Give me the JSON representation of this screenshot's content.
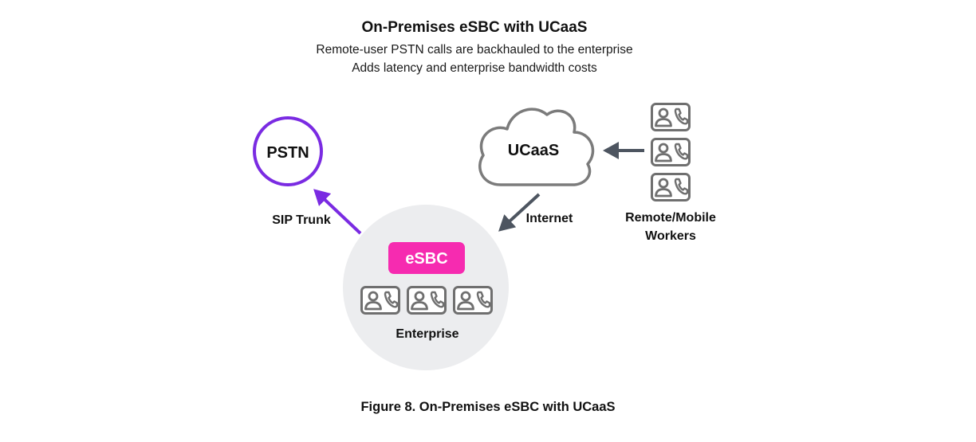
{
  "header": {
    "title": "On-Premises eSBC with UCaaS",
    "subtitle_line1": "Remote-user PSTN calls are backhauled to the enterprise",
    "subtitle_line2": "Adds latency and enterprise bandwidth costs"
  },
  "nodes": {
    "pstn": "PSTN",
    "ucaas": "UCaaS",
    "esbc": "eSBC",
    "enterprise": "Enterprise",
    "remote_line1": "Remote/Mobile",
    "remote_line2": "Workers"
  },
  "edges": {
    "sip_trunk": "SIP Trunk",
    "internet": "Internet"
  },
  "caption": "Figure 8. On-Premises eSBC with UCaaS",
  "colors": {
    "pstn_ring": "#7A2BE2",
    "sip_arrow": "#7A2BE2",
    "esbc_fill": "#F62BB0",
    "enterprise_fill": "#ECEDEF",
    "cloud_stroke": "#7B7B7B",
    "arrow_gray": "#4D5560",
    "user_icon": "#6F6F6F"
  },
  "icons": {
    "user_phone": "user-phone-icon",
    "cloud": "cloud-icon"
  }
}
